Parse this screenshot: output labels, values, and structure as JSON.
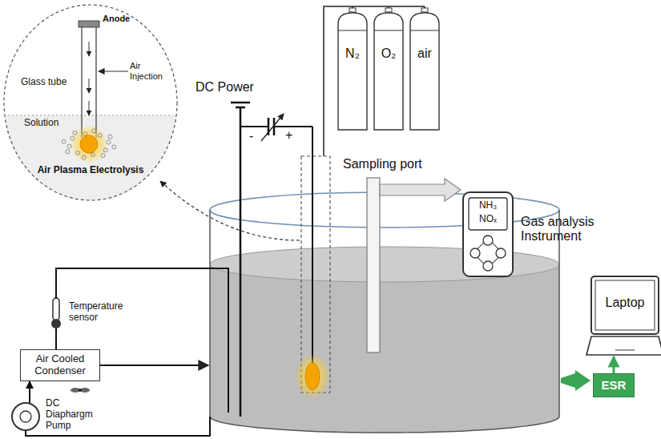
{
  "diagram": {
    "nodes": [
      {
        "text": [
          "Anode",
          "Air Injection",
          "Glass tube",
          "Solution",
          "Air Plasma Electrolysis"
        ]
      },
      {
        "text": [
          "N₂"
        ]
      },
      {
        "text": [
          "O₂"
        ]
      },
      {
        "text": [
          "air"
        ]
      },
      {
        "text": [
          "NH₃",
          "NOₓ",
          "Gas analysis Instrument"
        ]
      },
      {
        "text": [
          "Air Cooled Condenser"
        ]
      },
      {
        "text": [
          "ESR"
        ]
      },
      {
        "text": [
          "Laptop"
        ]
      },
      {
        "text": [
          "DC Diaphargm Pump"
        ]
      }
    ],
    "edges": [
      {
        "from": 8,
        "to": 5,
        "arrow": "to"
      },
      {
        "from": 6,
        "to": 7,
        "arrow": "to"
      }
    ],
    "labels": [
      "DC Power",
      "-",
      "+",
      "Sampling port",
      "Temperature sensor"
    ]
  }
}
